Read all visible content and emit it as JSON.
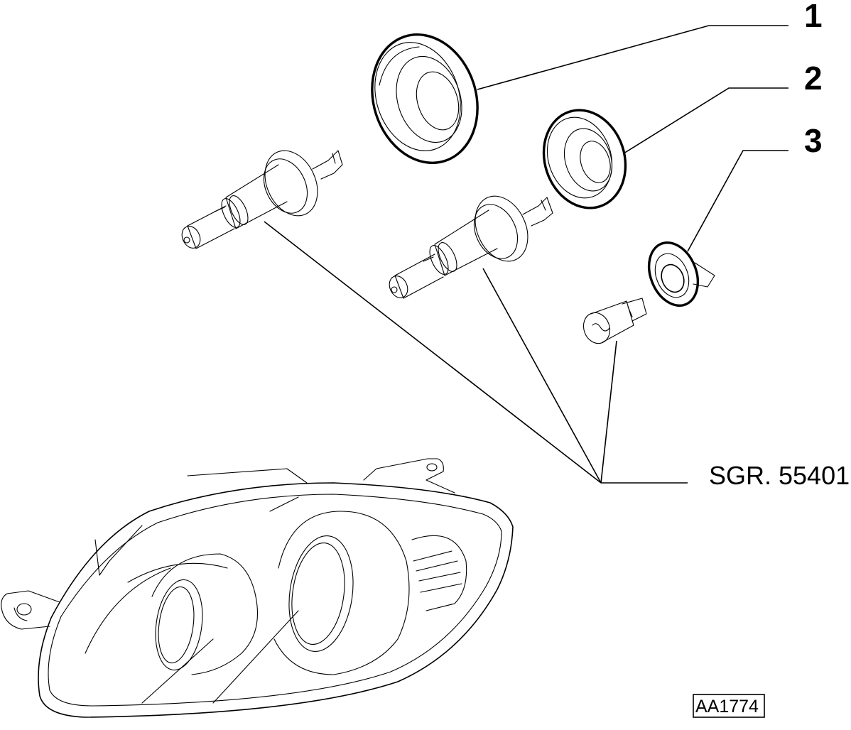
{
  "callouts": [
    {
      "number": "1"
    },
    {
      "number": "2"
    },
    {
      "number": "3"
    }
  ],
  "group_reference": "SGR. 55401",
  "figure_code": "AA1774"
}
